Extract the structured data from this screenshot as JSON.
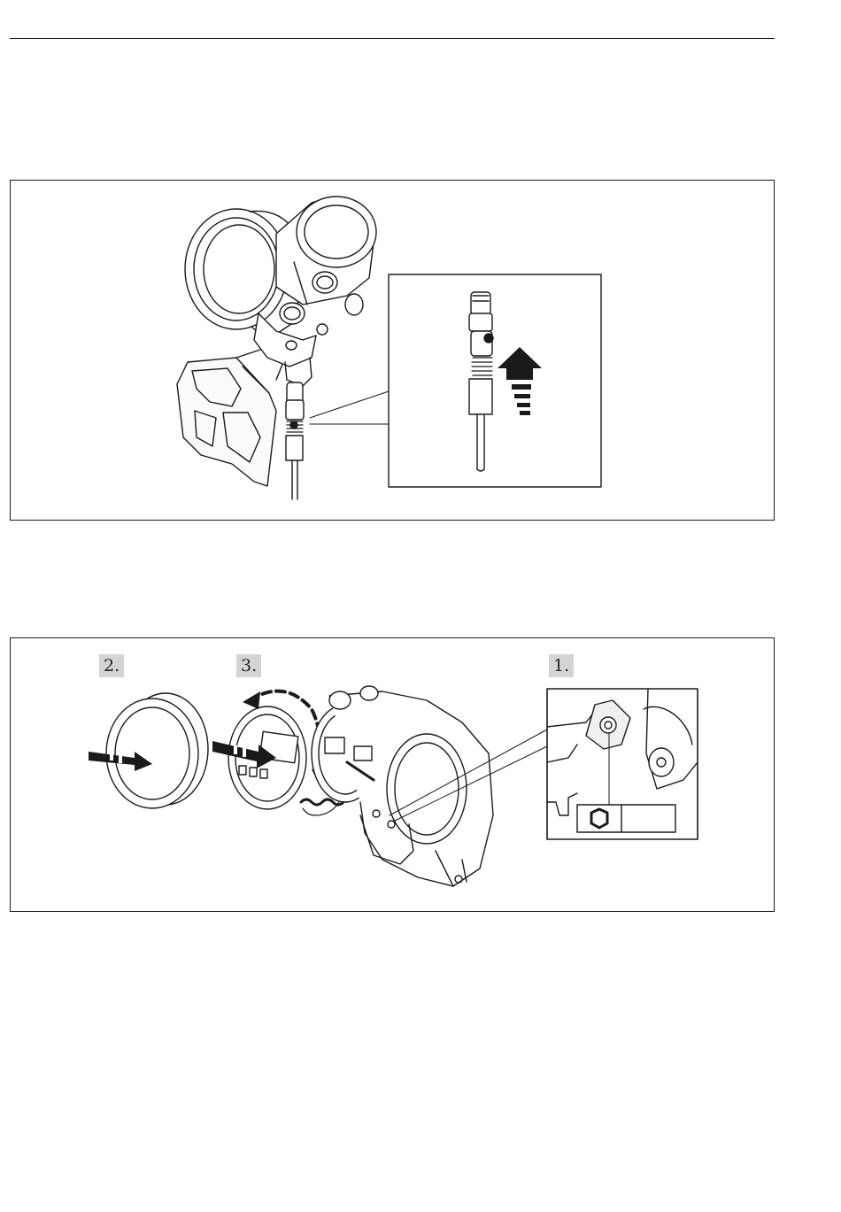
{
  "figure2": {
    "steps": [
      "2.",
      "3.",
      "1."
    ]
  }
}
